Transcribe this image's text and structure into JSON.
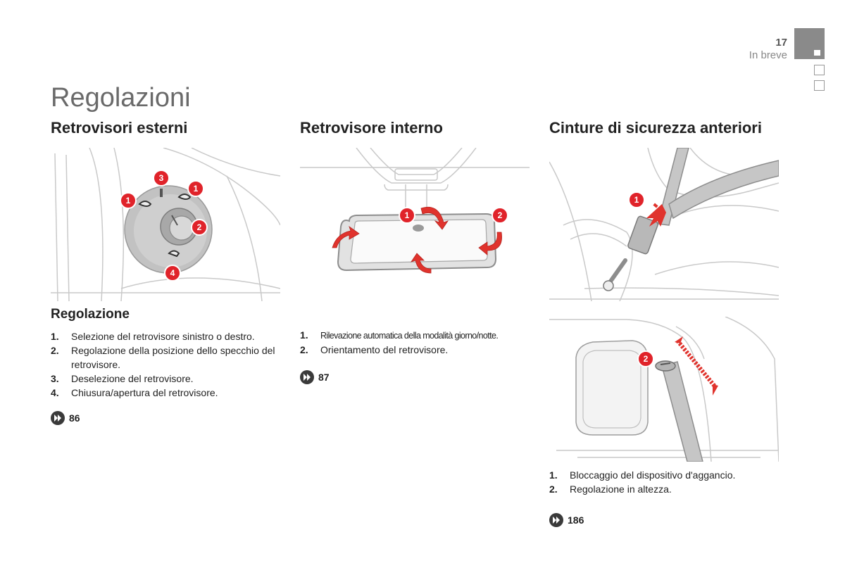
{
  "header": {
    "page_number": "17",
    "section": "In breve"
  },
  "page_title": "Regolazioni",
  "columns": [
    {
      "title": "Retrovisori esterni",
      "subhead": "Regolazione",
      "steps": [
        {
          "num": "1.",
          "text": "Selezione del retrovisore sinistro o destro."
        },
        {
          "num": "2.",
          "text": "Regolazione della posizione dello specchio del retrovisore."
        },
        {
          "num": "3.",
          "text": "Deselezione del retrovisore."
        },
        {
          "num": "4.",
          "text": "Chiusura/apertura del retrovisore."
        }
      ],
      "ref": "86",
      "callouts": [
        "1",
        "1",
        "2",
        "3",
        "4"
      ]
    },
    {
      "title": "Retrovisore interno",
      "steps": [
        {
          "num": "1.",
          "text": "Rilevazione automatica della modalità giorno/notte."
        },
        {
          "num": "2.",
          "text": "Orientamento del retrovisore."
        }
      ],
      "ref": "87",
      "callouts": [
        "1",
        "2"
      ]
    },
    {
      "title": "Cinture di sicurezza anteriori",
      "steps": [
        {
          "num": "1.",
          "text": "Bloccaggio del dispositivo d'aggancio."
        },
        {
          "num": "2.",
          "text": "Regolazione in altezza."
        }
      ],
      "ref": "186",
      "callouts": [
        "1",
        "2"
      ]
    }
  ],
  "colors": {
    "callout_red": "#e0232a",
    "arrow_red": "#e0332d",
    "tab_grey": "#8a8a8a",
    "title_grey": "#6a6a6a"
  },
  "icons": [
    "page-reference-icon",
    "chapter-tab-icon"
  ]
}
